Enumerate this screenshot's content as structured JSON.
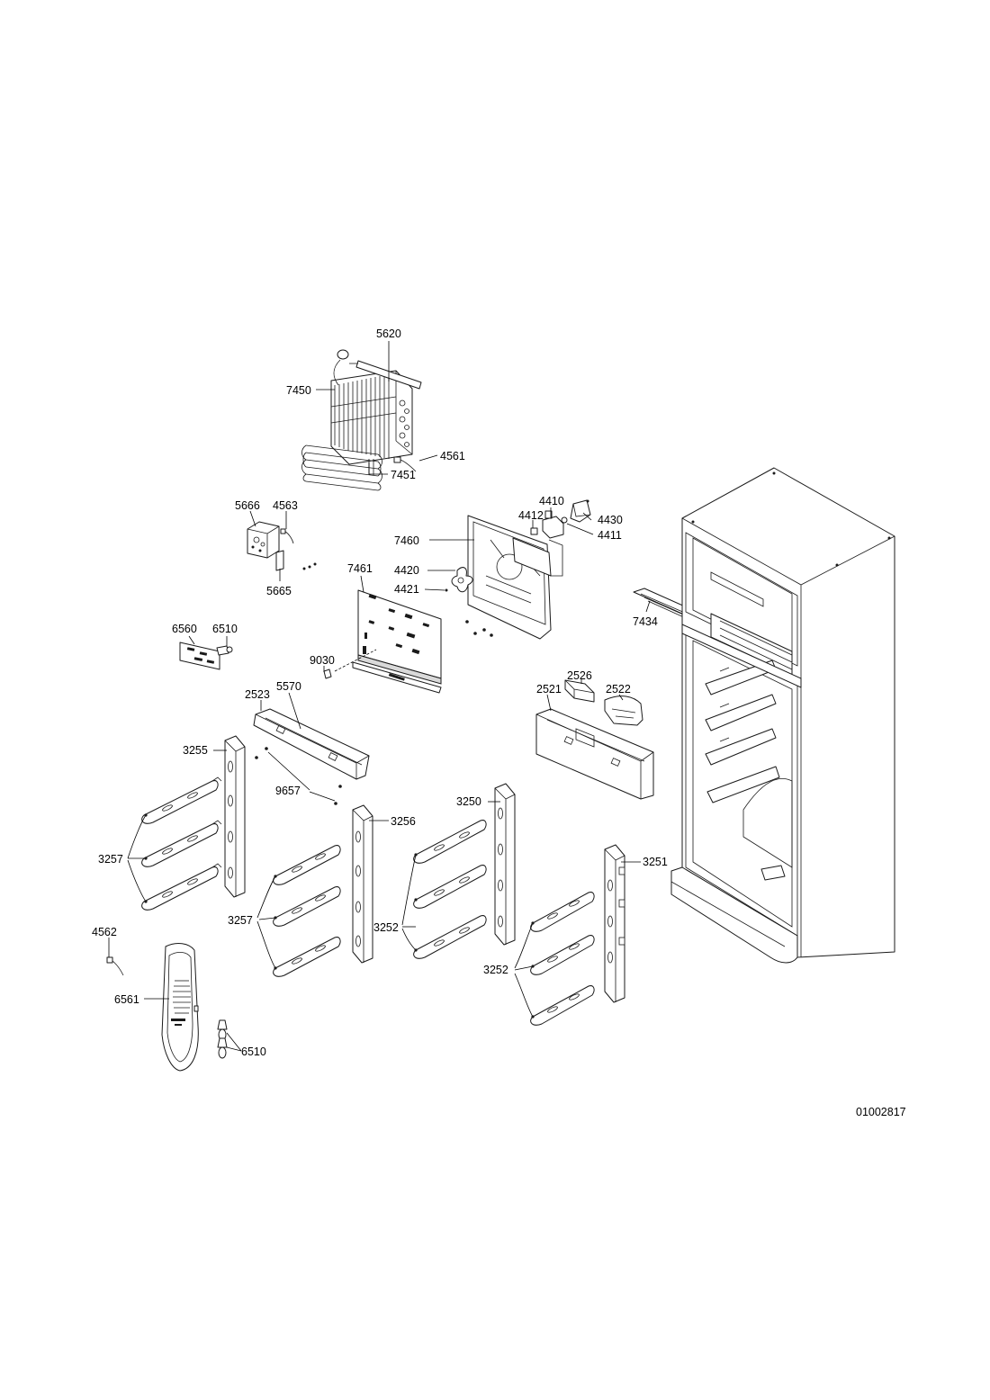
{
  "document_number": "01002817",
  "callouts": {
    "c5620": "5620",
    "c7450": "7450",
    "c4561": "4561",
    "c7451": "7451",
    "c5666": "5666",
    "c4563": "4563",
    "c4410": "4410",
    "c4412": "4412",
    "c4430": "4430",
    "c4411": "4411",
    "c7460": "7460",
    "c4420": "4420",
    "c4421": "4421",
    "c7461": "7461",
    "c5665": "5665",
    "c6560": "6560",
    "c6510a": "6510",
    "c9030": "9030",
    "c7434": "7434",
    "c2523": "2523",
    "c5570": "5570",
    "c2526": "2526",
    "c2521": "2521",
    "c2522": "2522",
    "c3255": "3255",
    "c9657": "9657",
    "c3250": "3250",
    "c3256": "3256",
    "c3257a": "3257",
    "c3251": "3251",
    "c3252a": "3252",
    "c3257b": "3257",
    "c4562": "4562",
    "c3252b": "3252",
    "c6561": "6561",
    "c6510b": "6510"
  }
}
